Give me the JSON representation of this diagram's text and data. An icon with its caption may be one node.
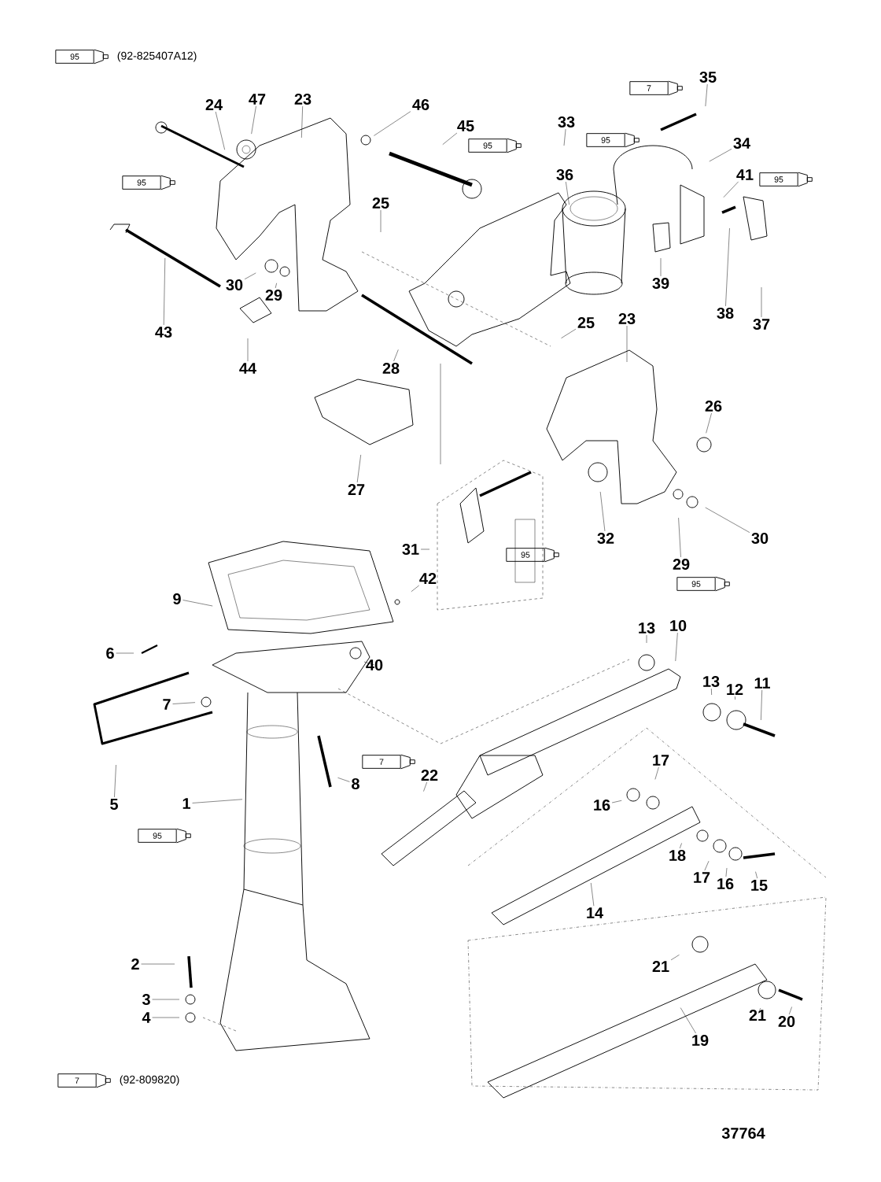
{
  "diagram": {
    "nodes": [
      {
        "text": [
          "95"
        ],
        "beside": [
          "(92-825407A12)"
        ]
      },
      {
        "text": [
          "24"
        ]
      },
      {
        "text": [
          "47"
        ]
      },
      {
        "text": [
          "23"
        ]
      },
      {
        "text": [
          "46"
        ]
      },
      {
        "text": [
          "45"
        ]
      },
      {
        "text": [
          "33"
        ]
      },
      {
        "text": [
          "35"
        ]
      },
      {
        "text": [
          "34"
        ]
      },
      {
        "text": [
          "36"
        ]
      },
      {
        "text": [
          "41"
        ]
      },
      {
        "text": [
          "25"
        ]
      },
      {
        "text": [
          "30"
        ]
      },
      {
        "text": [
          "29"
        ]
      },
      {
        "text": [
          "43"
        ]
      },
      {
        "text": [
          "44"
        ]
      },
      {
        "text": [
          "39"
        ]
      },
      {
        "text": [
          "38"
        ]
      },
      {
        "text": [
          "37"
        ]
      },
      {
        "text": [
          "25"
        ]
      },
      {
        "text": [
          "23"
        ]
      },
      {
        "text": [
          "28"
        ]
      },
      {
        "text": [
          "26"
        ]
      },
      {
        "text": [
          "27"
        ]
      },
      {
        "text": [
          "32"
        ]
      },
      {
        "text": [
          "31"
        ]
      },
      {
        "text": [
          "29"
        ]
      },
      {
        "text": [
          "30"
        ]
      },
      {
        "text": [
          "9"
        ]
      },
      {
        "text": [
          "42"
        ]
      },
      {
        "text": [
          "6"
        ]
      },
      {
        "text": [
          "40"
        ]
      },
      {
        "text": [
          "10"
        ]
      },
      {
        "text": [
          "13"
        ]
      },
      {
        "text": [
          "13"
        ]
      },
      {
        "text": [
          "12"
        ]
      },
      {
        "text": [
          "11"
        ]
      },
      {
        "text": [
          "7"
        ]
      },
      {
        "text": [
          "8"
        ]
      },
      {
        "text": [
          "22"
        ]
      },
      {
        "text": [
          "17"
        ]
      },
      {
        "text": [
          "16"
        ]
      },
      {
        "text": [
          "5"
        ]
      },
      {
        "text": [
          "1"
        ]
      },
      {
        "text": [
          "18"
        ]
      },
      {
        "text": [
          "17"
        ]
      },
      {
        "text": [
          "16"
        ]
      },
      {
        "text": [
          "15"
        ]
      },
      {
        "text": [
          "14"
        ]
      },
      {
        "text": [
          "2"
        ]
      },
      {
        "text": [
          "3"
        ]
      },
      {
        "text": [
          "4"
        ]
      },
      {
        "text": [
          "21"
        ]
      },
      {
        "text": [
          "21"
        ]
      },
      {
        "text": [
          "20"
        ]
      },
      {
        "text": [
          "19"
        ]
      },
      {
        "text": [
          "95"
        ]
      },
      {
        "text": [
          "95"
        ]
      },
      {
        "text": [
          "95"
        ]
      },
      {
        "text": [
          "7"
        ]
      },
      {
        "text": [
          "95"
        ]
      },
      {
        "text": [
          "95"
        ]
      },
      {
        "text": [
          "95"
        ]
      },
      {
        "text": [
          "7"
        ]
      },
      {
        "text": [
          "95"
        ]
      },
      {
        "text": [
          "7"
        ],
        "beside": [
          "(92-809820)"
        ]
      }
    ],
    "edges": [
      {
        "from": 1,
        "to": null,
        "arrow": "none"
      },
      {
        "from": 2,
        "to": null,
        "arrow": "none"
      },
      {
        "from": 3,
        "to": null,
        "arrow": "none"
      },
      {
        "from": 4,
        "to": null,
        "arrow": "none"
      },
      {
        "from": 5,
        "to": null,
        "arrow": "none"
      },
      {
        "from": 6,
        "to": null,
        "arrow": "none"
      },
      {
        "from": 7,
        "to": null,
        "arrow": "none"
      },
      {
        "from": 8,
        "to": null,
        "arrow": "none"
      },
      {
        "from": 9,
        "to": null,
        "arrow": "none"
      },
      {
        "from": 10,
        "to": null,
        "arrow": "none"
      },
      {
        "from": 11,
        "to": null,
        "arrow": "none"
      },
      {
        "from": 12,
        "to": null,
        "arrow": "none"
      },
      {
        "from": 13,
        "to": null,
        "arrow": "none"
      },
      {
        "from": 14,
        "to": null,
        "arrow": "none"
      },
      {
        "from": 15,
        "to": null,
        "arrow": "none"
      },
      {
        "from": 16,
        "to": null,
        "arrow": "none"
      },
      {
        "from": 17,
        "to": null,
        "arrow": "none"
      },
      {
        "from": 18,
        "to": null,
        "arrow": "none"
      },
      {
        "from": 19,
        "to": null,
        "arrow": "none"
      },
      {
        "from": 20,
        "to": null,
        "arrow": "none"
      },
      {
        "from": 21,
        "to": null,
        "arrow": "none"
      },
      {
        "from": 22,
        "to": null,
        "arrow": "none"
      },
      {
        "from": 23,
        "to": null,
        "arrow": "none"
      },
      {
        "from": 24,
        "to": null,
        "arrow": "none"
      },
      {
        "from": 25,
        "to": null,
        "arrow": "none"
      },
      {
        "from": 26,
        "to": null,
        "arrow": "none"
      },
      {
        "from": 27,
        "to": null,
        "arrow": "none"
      },
      {
        "from": 28,
        "to": null,
        "arrow": "none"
      },
      {
        "from": 29,
        "to": null,
        "arrow": "none"
      },
      {
        "from": 30,
        "to": null,
        "arrow": "none"
      },
      {
        "from": 31,
        "to": null,
        "arrow": "none"
      },
      {
        "from": 32,
        "to": null,
        "arrow": "none"
      },
      {
        "from": 33,
        "to": null,
        "arrow": "none"
      },
      {
        "from": 34,
        "to": null,
        "arrow": "none"
      },
      {
        "from": 35,
        "to": null,
        "arrow": "none"
      },
      {
        "from": 36,
        "to": null,
        "arrow": "none"
      },
      {
        "from": 37,
        "to": null,
        "arrow": "none"
      },
      {
        "from": 38,
        "to": null,
        "arrow": "none"
      },
      {
        "from": 39,
        "to": null,
        "arrow": "none"
      },
      {
        "from": 40,
        "to": null,
        "arrow": "none"
      },
      {
        "from": 41,
        "to": null,
        "arrow": "none"
      },
      {
        "from": 42,
        "to": null,
        "arrow": "none"
      },
      {
        "from": 43,
        "to": null,
        "arrow": "none"
      },
      {
        "from": 44,
        "to": null,
        "arrow": "none"
      },
      {
        "from": 45,
        "to": null,
        "arrow": "none"
      },
      {
        "from": 46,
        "to": null,
        "arrow": "none"
      },
      {
        "from": 47,
        "to": null,
        "arrow": "none"
      },
      {
        "from": 48,
        "to": null,
        "arrow": "none"
      },
      {
        "from": 49,
        "to": null,
        "arrow": "none"
      },
      {
        "from": 50,
        "to": null,
        "arrow": "none"
      },
      {
        "from": 51,
        "to": null,
        "arrow": "none"
      },
      {
        "from": 52,
        "to": null,
        "arrow": "none"
      },
      {
        "from": 53,
        "to": null,
        "arrow": "none"
      },
      {
        "from": 54,
        "to": null,
        "arrow": "none"
      },
      {
        "from": 55,
        "to": null,
        "arrow": "none"
      }
    ],
    "labels": [
      "37764"
    ]
  }
}
